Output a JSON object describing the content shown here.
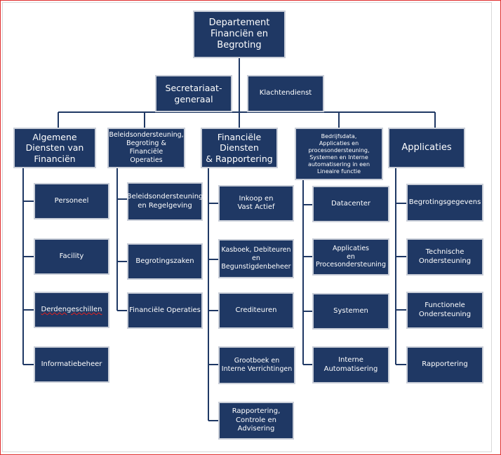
{
  "top": {
    "title": "Departement\nFinanciën en\nBegroting"
  },
  "level2": {
    "secretariaat": "Secretariaat-\ngeneraal",
    "klachtendienst": "Klachtendienst"
  },
  "columns": [
    {
      "header": "Algemene\nDiensten van\nFinanciën",
      "items": [
        "Personeel",
        "Facility",
        "Derdengeschillen",
        "Informatiebeheer"
      ]
    },
    {
      "header": "Beleidsondersteuning,\nBegroting & Financiële\nOperaties",
      "items": [
        "Beleidsondersteuning\nen Regelgeving",
        "Begrotingszaken",
        "Financiële Operaties"
      ]
    },
    {
      "header": "Financiële Diensten\n& Rapportering",
      "items": [
        "Inkoop en\nVast Actief",
        "Kasboek, Debiteuren\nen\nBegunstigdenbeheer",
        "Crediteuren",
        "Grootboek en\nInterne Verrichtingen",
        "Rapportering,\nControle en\nAdvisering"
      ]
    },
    {
      "header": "Bedrijfsdata,\nApplicaties en\nprocesondersteuning,\nSystemen en Interne\nautomatisering in een\nLineaire functie",
      "items": [
        "Datacenter",
        "Applicaties\nen\nProcesondersteuning",
        "Systemen",
        "Interne\nAutomatisering"
      ]
    },
    {
      "header": "Applicaties",
      "items": [
        "Begrotingsgegevens",
        "Technische\nOndersteuning",
        "Functionele\nOndersteuning",
        "Rapportering"
      ]
    }
  ]
}
